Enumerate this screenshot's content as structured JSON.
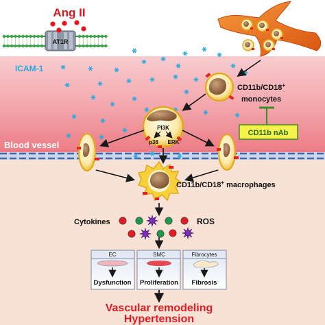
{
  "labels": {
    "ang_ii": "Ang II",
    "at1r": "AT1R",
    "icam1": "ICAM-1",
    "monocytes_line1": "CD11b/CD18",
    "monocytes_sup": "+",
    "monocytes_line2": "monocytes",
    "nab": "CD11b nAb",
    "blood_vessel": "Blood vessel",
    "pi3k": "PI3K",
    "p38": "p38",
    "erk": "ERK",
    "macrophages": "CD11b/CD18",
    "macrophages_sup": "+",
    "macrophages_tail": " macrophages",
    "cytokines": "Cytokines",
    "ros": "ROS",
    "outcome_line1": "Vascular remodeling",
    "outcome_line2": "Hypertension"
  },
  "boxes": [
    {
      "header": "EC",
      "result": "Dysfunction"
    },
    {
      "header": "SMC",
      "result": "Proliferation"
    },
    {
      "header": "Fibrocytes",
      "result": "Fibrosis"
    }
  ],
  "colors": {
    "lumen_top": "#f6c3c6",
    "lumen_bottom": "#ef7f86",
    "tissue": "#f8e2d6",
    "ang_red": "#e8141c",
    "icam_blue": "#2aa8e0",
    "fibrocyte_orange": "#e8661a",
    "cell_yellow": "#f6d13c",
    "nab_yellow": "#f7f24a",
    "nab_green": "#3a8c2a",
    "outcome_red": "#e31b23"
  }
}
